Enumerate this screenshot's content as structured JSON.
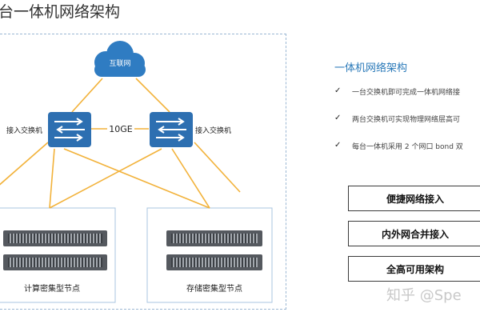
{
  "page": {
    "title": "台一体机网络架构"
  },
  "diagram": {
    "cloud_label": "互联网",
    "switch_left_label": "接入交换机",
    "switch_right_label": "接入交换机",
    "link_label": "10GE",
    "node_left_label": "计算密集型节点",
    "node_right_label": "存储密集型节点",
    "colors": {
      "cloud": "#2f7cc2",
      "switch": "#2d6fb1",
      "link": "#f2b23a",
      "frame": "#9bb7d3",
      "server": "#55595f"
    },
    "icons": [
      "cloud-icon",
      "switch-icon",
      "server-icon"
    ]
  },
  "sidebar": {
    "title": "一体机网络架构",
    "bullets": [
      {
        "check": "✓",
        "text": "一台交换机即可完成一体机网络接"
      },
      {
        "check": "✓",
        "text": "两台交换机可实现物理网络层高可"
      },
      {
        "check": "✓",
        "text": "每台一体机采用 2 个网口 bond 双"
      }
    ],
    "buttons": [
      "便捷网络接入",
      "内外网合并接入",
      "全高可用架构"
    ]
  },
  "watermark": "知乎 @Spe"
}
